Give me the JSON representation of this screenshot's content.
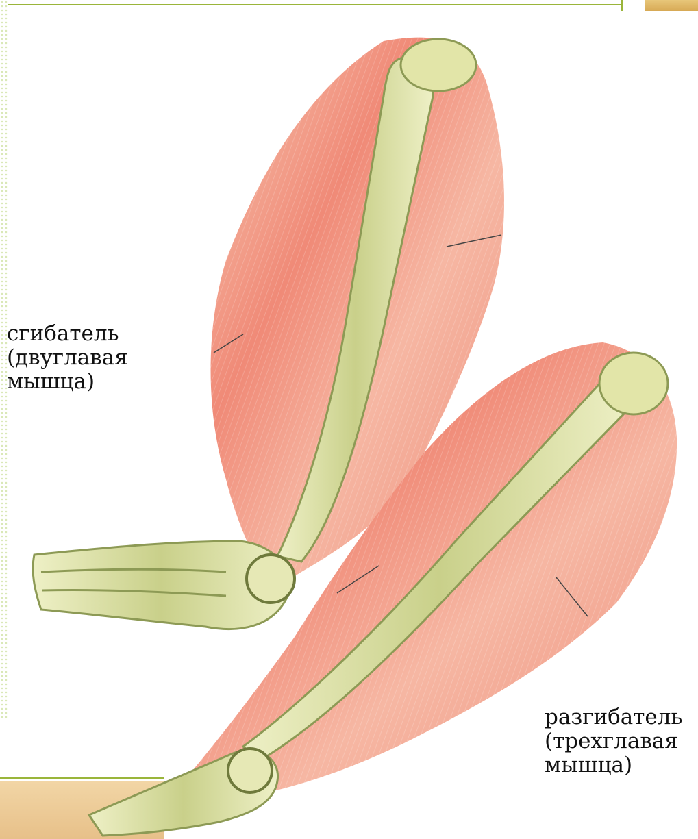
{
  "labels": {
    "flexor": {
      "line1": "сгибатель",
      "line2": "(двуглавая",
      "line3": "мышца)"
    },
    "extensor": {
      "line1": "разгибатель",
      "line2": "(трехглавая",
      "line3": "мышца)"
    }
  },
  "colors": {
    "muscle": "#f0917e",
    "muscle_light": "#f7c2b0",
    "bone": "#d8dc9a",
    "bone_dark": "#8d9a55",
    "frame_accent": "#9ab53a"
  }
}
